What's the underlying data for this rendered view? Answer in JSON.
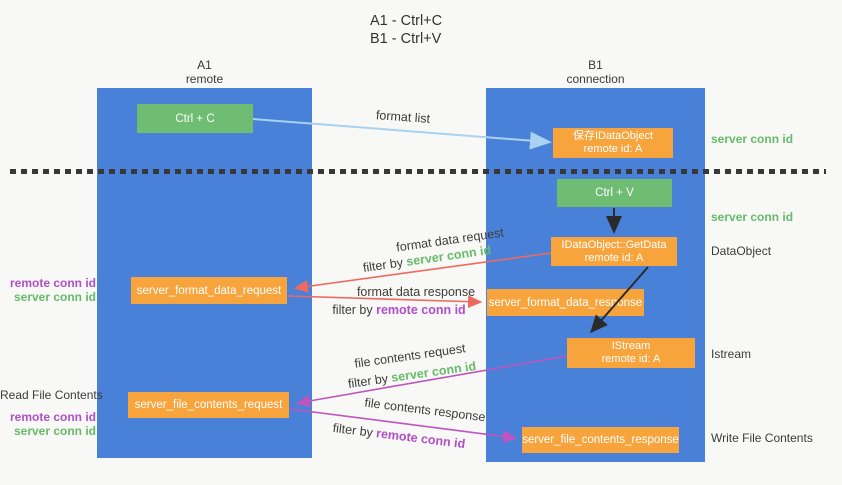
{
  "title": {
    "line1": "A1 - Ctrl+C",
    "line2": "B1 - Ctrl+V"
  },
  "columns": {
    "a1": {
      "name": "A1",
      "subtitle": "remote"
    },
    "b1": {
      "name": "B1",
      "subtitle": "connection"
    }
  },
  "boxes": {
    "ctrl_c": "Ctrl + C",
    "save_dataobject": {
      "line1": "保存IDataObject",
      "line2": "remote id: A"
    },
    "ctrl_v": "Ctrl + V",
    "getdata": {
      "line1": "IDataObject::GetData",
      "line2": "remote id: A"
    },
    "format_request": "server_format_data_request",
    "format_response": "server_format_data_response",
    "istream": {
      "line1": "IStream",
      "line2": "remote id: A"
    },
    "file_request": "server_file_contents_request",
    "file_response": "server_file_contents_response"
  },
  "labels": {
    "server_conn_id": "server conn id",
    "remote_conn_id": "remote conn id",
    "dataobject": "DataObject",
    "istream": "Istream",
    "read_file_contents": "Read File Contents",
    "write_file_contents": "Write File Contents"
  },
  "arrow_labels": {
    "format_list": "format list",
    "format_data_request": "format data request",
    "format_data_response": "format data response",
    "file_contents_request": "file contents request",
    "file_contents_response": "file contents response",
    "filter_by": "filter by "
  },
  "colors": {
    "column_blue": "#4a81d8",
    "box_green": "#6fbd72",
    "box_orange": "#f8a43d",
    "green_text": "#66bb6a",
    "purple_text": "#b04fc9",
    "arrow_salmon": "#ed6a5e",
    "arrow_magenta": "#bf54bf",
    "arrow_lightblue": "#a9d2f0",
    "arrow_black": "#2b2b2b",
    "background": "#f8f8f6"
  }
}
